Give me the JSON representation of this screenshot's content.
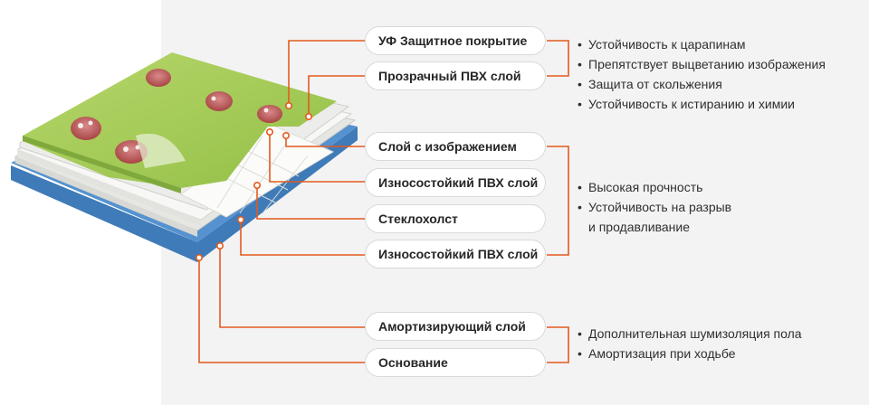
{
  "layers": {
    "uv_coating": "УФ Защитное покрытие",
    "clear_pvc": "Прозрачный ПВХ слой",
    "image_layer": "Слой с изображением",
    "wear_pvc_top": "Износостойкий ПВХ слой",
    "fiberglass": "Стеклохолст",
    "wear_pvc_bottom": "Износостойкий ПВХ слой",
    "cushion": "Амортизирующий слой",
    "base": "Основание"
  },
  "properties": {
    "top_group": [
      "Устойчивость к царапинам",
      "Препятствует выцветанию изображения",
      "Защита от скольжения",
      "Устойчивость к истиранию и химии"
    ],
    "middle_group": [
      "Высокая прочность",
      "Устойчивость на разрыв",
      "и продавливание"
    ],
    "bottom_group": [
      "Дополнительная шумизоляция пола",
      "Амортизация при ходьбе"
    ]
  },
  "colors": {
    "leader_line": "#e35b1d",
    "pill_border": "#d9d9dc",
    "panel_bg": "#f3f3f4",
    "decor_layer": "#a8cc5a",
    "foam_layer": "#4a86c4",
    "fiberglass_layer": "#f4f4f2"
  }
}
